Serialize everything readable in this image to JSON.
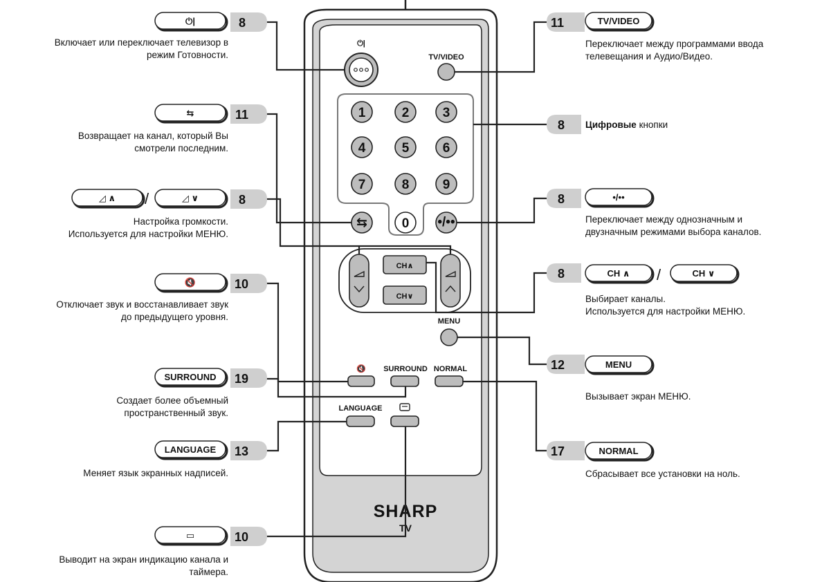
{
  "remote": {
    "brand": "SHARP",
    "brand_sub": "TV",
    "power_symbol": "⏻|",
    "tv_video_label": "TV/VIDEO",
    "digits": [
      "1",
      "2",
      "3",
      "4",
      "5",
      "6",
      "7",
      "8",
      "9",
      "0"
    ],
    "flashback_symbol": "⇆",
    "digit_mode_symbol": "•/••",
    "ch_up_label": "CH∧",
    "ch_down_label": "CH∨",
    "menu_label": "MENU",
    "mute_symbol": "🔇",
    "surround_label": "SURROUND",
    "normal_label": "NORMAL",
    "language_label": "LANGUAGE",
    "display_symbol": "▭"
  },
  "callouts_left": [
    {
      "id": "power",
      "page": "8",
      "pill": "⏻|",
      "desc": [
        "Включает или переключает телевизор в",
        "режим Готовности."
      ]
    },
    {
      "id": "flashback",
      "page": "11",
      "pill": "⇆",
      "desc": [
        "Возвращает на канал, который Вы",
        "смотрели последним."
      ]
    },
    {
      "id": "volume",
      "page": "8",
      "pill_a": "◿ ∧",
      "pill_b": "◿ ∨",
      "sep": "/",
      "desc": [
        "Настройка громкости.",
        "Используется для настройки МЕНЮ."
      ]
    },
    {
      "id": "mute",
      "page": "10",
      "pill": "🔇",
      "desc": [
        "Отключает звук и восстанавливает звук",
        "до предыдущего уровня."
      ]
    },
    {
      "id": "surround",
      "page": "19",
      "pill": "SURROUND",
      "desc": [
        "Создает более объемный",
        "пространственный звук."
      ]
    },
    {
      "id": "language",
      "page": "13",
      "pill": "LANGUAGE",
      "desc": [
        "Меняет язык экранных надписей."
      ]
    },
    {
      "id": "display",
      "page": "10",
      "pill": "▭",
      "desc": [
        "Выводит на экран индикацию канала и",
        "таймера."
      ]
    }
  ],
  "callouts_right": [
    {
      "id": "tv-video",
      "page": "11",
      "pill": "TV/VIDEO",
      "desc": [
        "Переключает между программами ввода",
        "телевещания и Аудио/Видео."
      ]
    },
    {
      "id": "digits",
      "page": "8",
      "desc_bold": "Цифровые",
      "desc_rest": " кнопки"
    },
    {
      "id": "digit-mode",
      "page": "8",
      "pill": "•/••",
      "desc": [
        "Переключает между однозначным и",
        "двузначным режимами выбора каналов."
      ]
    },
    {
      "id": "channel",
      "page": "8",
      "pill_a": "CH ∧",
      "pill_b": "CH ∨",
      "sep": "/",
      "desc": [
        "Выбирает каналы.",
        "Используется для настройки МЕНЮ."
      ]
    },
    {
      "id": "menu",
      "page": "12",
      "pill": "MENU",
      "desc": [
        "Вызывает экран МЕНЮ."
      ]
    },
    {
      "id": "normal",
      "page": "17",
      "pill": "NORMAL",
      "desc": [
        "Сбрасывает все установки на ноль."
      ]
    }
  ]
}
